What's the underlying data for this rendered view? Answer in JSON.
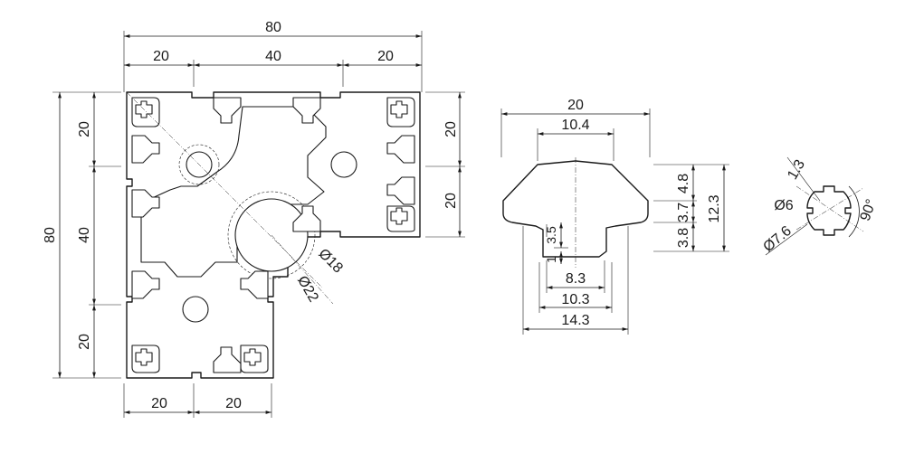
{
  "profile_dims": {
    "top_overall": "80",
    "top_left": "20",
    "top_mid": "40",
    "top_right": "20",
    "left_overall": "80",
    "left_top": "20",
    "left_mid": "40",
    "left_bottom": "20",
    "right_top": "20",
    "right_mid": "20",
    "bottom_left": "20",
    "bottom_right": "20",
    "dia_inner": "Ø18",
    "dia_outer": "Ø22"
  },
  "slot_dims": {
    "top_width": "20",
    "top_inner": "10.4",
    "dim_48": "4.8",
    "dim_37": "3.7",
    "dim_38": "3.8",
    "dim_123": "12.3",
    "dim_35": "3.5",
    "dim_1": "1",
    "dim_83": "8.3",
    "dim_103": "10.3",
    "dim_143": "14.3"
  },
  "hole_dims": {
    "dim_13": "1.3",
    "dim_d6": "Ø6",
    "dim_d76": "Ø7.6",
    "dim_angle": "90°"
  }
}
